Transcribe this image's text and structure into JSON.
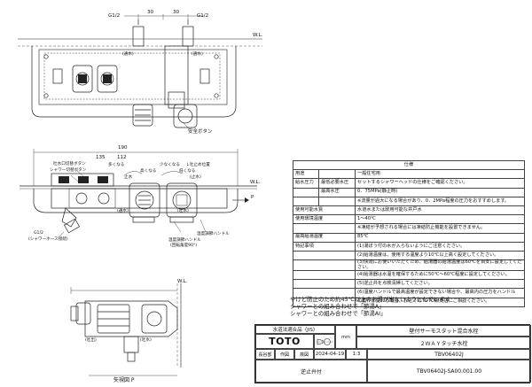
{
  "top_view": {
    "dims": [
      "G1/2",
      "30",
      "30",
      "G1/2"
    ],
    "wl_label": "W.L.",
    "safety_button_label": "安全ボタン",
    "port_labels": [
      "(通水)",
      "(通水)"
    ]
  },
  "mid_view": {
    "dims": [
      "190",
      "135",
      "112"
    ],
    "left_labels": [
      "吐水口切替ボタン",
      "シャワー切替ボタン",
      "G1/2",
      "(シャワーホース接続)"
    ],
    "top_labels": [
      "多くなる",
      "少なくなる",
      "高くなる",
      "止水",
      "低くなる",
      "↓吐止め位置",
      "(止水)"
    ],
    "bottom_labels": [
      "温度調節ハンドル",
      "(回転角度90°)",
      "温度調節ハンドル"
    ],
    "port_labels": [
      "(通水)",
      "(吐水)"
    ],
    "p_arrow": "P",
    "wl_label": "W.L."
  },
  "bottom_view": {
    "wl_label": "W.L.",
    "caption": "矢視図 P",
    "port_labels": [
      "(吐出)",
      "(吐水)"
    ]
  },
  "spec": {
    "title": "仕様",
    "rows": [
      {
        "k1": "用途",
        "k2": "",
        "v": "一般住宅用"
      },
      {
        "k1": "給水圧力",
        "k2": "最低必要水圧",
        "v": "セットするシャワーヘッドの仕様をご確認ください。"
      },
      {
        "k1": "",
        "k2": "最高水圧",
        "v": "0．75MPa(静止時)"
      },
      {
        "k1": "",
        "k2": "",
        "v": "※流量が過大になる場合があり、0．2MPa程度の圧力をおすすめします。"
      },
      {
        "k1": "使用可能水質",
        "k2": "",
        "v": "水道水または飲用可能な井戸水"
      },
      {
        "k1": "使用環境温度",
        "k2": "",
        "v": "1～40℃"
      },
      {
        "k1": "",
        "k2": "",
        "v": "※凍結が予想される場合には凍結防止機能を設置できません。"
      },
      {
        "k1": "最高給湯温度",
        "k2": "",
        "v": "85℃"
      },
      {
        "k1": "特記事項",
        "k2": "",
        "v": "(1)湯ぼう付の水が入らないようにご注意ください。"
      },
      {
        "k1": "",
        "k2": "",
        "v": "(2)給湯温度は、使用する温度より10℃以上高く設定してください。"
      },
      {
        "k1": "",
        "k2": "",
        "v": "(3)快適にお使いいただくため、給湯器の給湯温度は60℃を目安に設定してください。"
      },
      {
        "k1": "",
        "k2": "",
        "v": "(4)給湯器は水温を確保するために50℃～60℃程度に設定してください。"
      },
      {
        "k1": "",
        "k2": "",
        "v": "(5)逆止弁を点検清掃してください。"
      },
      {
        "k1": "",
        "k2": "",
        "v": "(6)温度ハンドルで最高温度が設定できない場合や、最高内の圧力をハンドル"
      },
      {
        "k1": "",
        "k2": "",
        "v": "の動作が変わる場合、お近くのTOTO販売店にご相談ください。"
      }
    ]
  },
  "notes": [
    "やけど防止のため約45℃以上のお湯が出ないようにしています",
    "シャワーとの組み合わせで「節湯A」",
    "シャワーとの組み合わせで「節湯AⅠ」"
  ],
  "title_block": {
    "standard": "水道法適合品（JIS）",
    "logo": "TOTO",
    "unit": "mm",
    "product_name": "壁付サーモスタット混合水栓",
    "product_sub": "２ＷＡＹタッチ水栓",
    "date": "2024-04-19",
    "scale": "1:3",
    "model": "TBV06402J",
    "doc_number": "TBV06402J-SA00.001.00",
    "parts": "逆止弁付",
    "maker_label": "長谷部",
    "approved_label": "検図",
    "drawn_label": "作図"
  }
}
